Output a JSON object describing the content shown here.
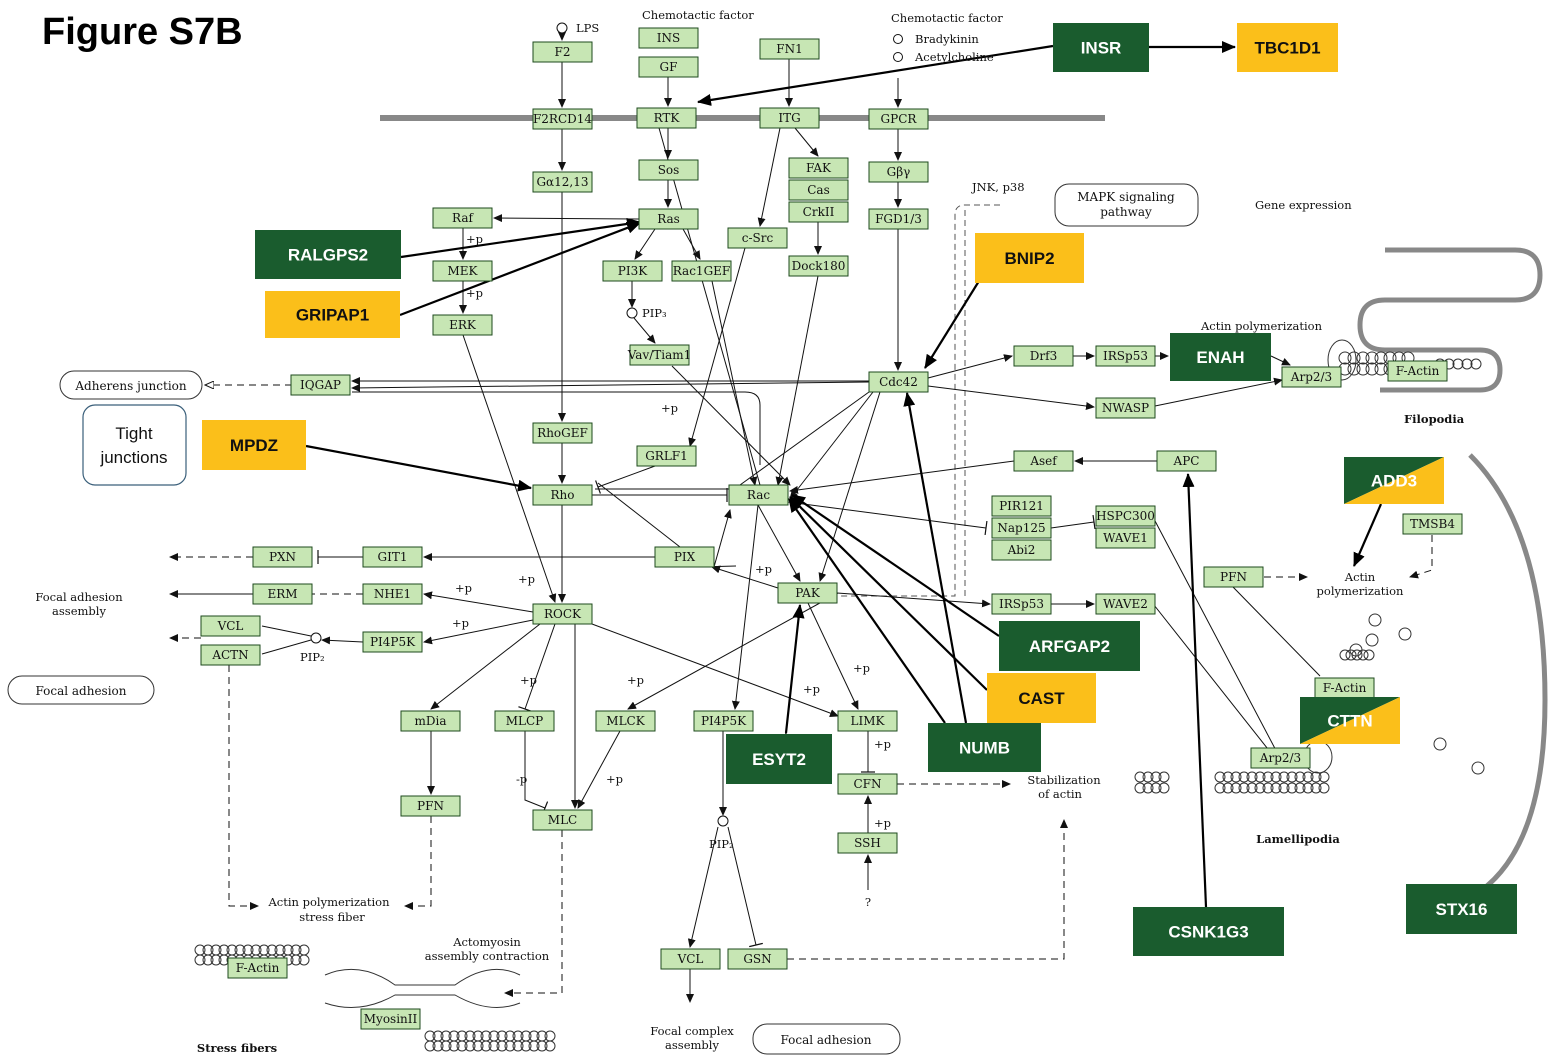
{
  "figure_title": "Figure S7B",
  "colors": {
    "node_fill": "#c7e6b4",
    "node_stroke": "#1d4a1d",
    "hit_green": "#1a5c2e",
    "hit_yellow": "#fbbf1a",
    "membrane": "#888888"
  },
  "nodes": [
    {
      "id": "F2",
      "label": "F2"
    },
    {
      "id": "INS",
      "label": "INS"
    },
    {
      "id": "GF",
      "label": "GF"
    },
    {
      "id": "FN1",
      "label": "FN1"
    },
    {
      "id": "F2RCD14",
      "label": "F2RCD14"
    },
    {
      "id": "RTK",
      "label": "RTK"
    },
    {
      "id": "ITG",
      "label": "ITG"
    },
    {
      "id": "GPCR",
      "label": "GPCR"
    },
    {
      "id": "Sos",
      "label": "Sos"
    },
    {
      "id": "Ga1213",
      "label": "Gα12,13"
    },
    {
      "id": "FAK",
      "label": "FAK"
    },
    {
      "id": "Cas",
      "label": "Cas"
    },
    {
      "id": "CrkII",
      "label": "CrkII"
    },
    {
      "id": "Gby",
      "label": "Gβγ"
    },
    {
      "id": "Raf",
      "label": "Raf"
    },
    {
      "id": "Ras",
      "label": "Ras"
    },
    {
      "id": "cSrc",
      "label": "c-Src"
    },
    {
      "id": "FGD13",
      "label": "FGD1/3"
    },
    {
      "id": "MEK",
      "label": "MEK"
    },
    {
      "id": "PI3K",
      "label": "PI3K"
    },
    {
      "id": "Rac1GEF",
      "label": "Rac1GEF"
    },
    {
      "id": "Dock180",
      "label": "Dock180"
    },
    {
      "id": "ERK",
      "label": "ERK"
    },
    {
      "id": "VavTiam1",
      "label": "Vav/Tiam1"
    },
    {
      "id": "IQGAP",
      "label": "IQGAP"
    },
    {
      "id": "Cdc42",
      "label": "Cdc42"
    },
    {
      "id": "Drf3",
      "label": "Drf3"
    },
    {
      "id": "IRSp53a",
      "label": "IRSp53"
    },
    {
      "id": "Arp23a",
      "label": "Arp2/3"
    },
    {
      "id": "FActinA",
      "label": "F-Actin"
    },
    {
      "id": "NWASP",
      "label": "NWASP"
    },
    {
      "id": "RhoGEF",
      "label": "RhoGEF"
    },
    {
      "id": "GRLF1",
      "label": "GRLF1"
    },
    {
      "id": "Asef",
      "label": "Asef"
    },
    {
      "id": "APC",
      "label": "APC"
    },
    {
      "id": "Rho",
      "label": "Rho"
    },
    {
      "id": "Rac",
      "label": "Rac"
    },
    {
      "id": "PIR121",
      "label": "PIR121"
    },
    {
      "id": "Nap125",
      "label": "Nap125"
    },
    {
      "id": "Abi2",
      "label": "Abi2"
    },
    {
      "id": "HSPC300",
      "label": "HSPC300"
    },
    {
      "id": "WAVE1",
      "label": "WAVE1"
    },
    {
      "id": "TMSB4",
      "label": "TMSB4"
    },
    {
      "id": "PXN",
      "label": "PXN"
    },
    {
      "id": "GIT1",
      "label": "GIT1"
    },
    {
      "id": "PIX",
      "label": "PIX"
    },
    {
      "id": "PFNa",
      "label": "PFN"
    },
    {
      "id": "ERM",
      "label": "ERM"
    },
    {
      "id": "NHE1",
      "label": "NHE1"
    },
    {
      "id": "ROCK",
      "label": "ROCK"
    },
    {
      "id": "PAK",
      "label": "PAK"
    },
    {
      "id": "IRSp53b",
      "label": "IRSp53"
    },
    {
      "id": "WAVE2",
      "label": "WAVE2"
    },
    {
      "id": "VCLa",
      "label": "VCL"
    },
    {
      "id": "ACTN",
      "label": "ACTN"
    },
    {
      "id": "PI4P5Ka",
      "label": "PI4P5K"
    },
    {
      "id": "FActinB",
      "label": "F-Actin"
    },
    {
      "id": "mDia",
      "label": "mDia"
    },
    {
      "id": "MLCP",
      "label": "MLCP"
    },
    {
      "id": "MLCK",
      "label": "MLCK"
    },
    {
      "id": "PI4P5Kb",
      "label": "PI4P5K"
    },
    {
      "id": "LIMK",
      "label": "LIMK"
    },
    {
      "id": "Arp23b",
      "label": "Arp2/3"
    },
    {
      "id": "CFN",
      "label": "CFN"
    },
    {
      "id": "PFNb",
      "label": "PFN"
    },
    {
      "id": "MLC",
      "label": "MLC"
    },
    {
      "id": "SSH",
      "label": "SSH"
    },
    {
      "id": "FActinC",
      "label": "F-Actin"
    },
    {
      "id": "VCLb",
      "label": "VCL"
    },
    {
      "id": "GSN",
      "label": "GSN"
    },
    {
      "id": "MyosinII",
      "label": "MyosinII"
    }
  ],
  "hits": [
    {
      "id": "INSR",
      "label": "INSR",
      "color": "green"
    },
    {
      "id": "TBC1D1",
      "label": "TBC1D1",
      "color": "yellow"
    },
    {
      "id": "RALGPS2",
      "label": "RALGPS2",
      "color": "green"
    },
    {
      "id": "GRIPAP1",
      "label": "GRIPAP1",
      "color": "yellow"
    },
    {
      "id": "BNIP2",
      "label": "BNIP2",
      "color": "yellow"
    },
    {
      "id": "ENAH",
      "label": "ENAH",
      "color": "green"
    },
    {
      "id": "MPDZ",
      "label": "MPDZ",
      "color": "yellow"
    },
    {
      "id": "ADD3",
      "label": "ADD3",
      "color": "split"
    },
    {
      "id": "ARFGAP2",
      "label": "ARFGAP2",
      "color": "green"
    },
    {
      "id": "CAST",
      "label": "CAST",
      "color": "yellow"
    },
    {
      "id": "CTTN",
      "label": "CTTN",
      "color": "split"
    },
    {
      "id": "NUMB",
      "label": "NUMB",
      "color": "green"
    },
    {
      "id": "ESYT2",
      "label": "ESYT2",
      "color": "green"
    },
    {
      "id": "CSNK1G3",
      "label": "CSNK1G3",
      "color": "green"
    },
    {
      "id": "STX16",
      "label": "STX16",
      "color": "green"
    }
  ],
  "rounded_boxes": {
    "adherens": "Adherens junction",
    "mapk": [
      "MAPK signaling",
      "pathway"
    ],
    "focal_adhesion_left": "Focal adhesion",
    "focal_adhesion_bottom": "Focal adhesion",
    "tight": [
      "Tight",
      "junctions"
    ]
  },
  "labels": {
    "lps": "LPS",
    "chemotactic1": "Chemotactic factor",
    "chemotactic2": "Chemotactic factor",
    "bradykinin": "Bradykinin",
    "acetylcholine": "Acetylcholine",
    "jnk": "JNK, p38",
    "gene_expression": "Gene expression",
    "actin_poly_top": "Actin polymerization",
    "filopodia": "Filopodia",
    "pip3": "PIP₃",
    "pip2a": "PIP₂",
    "pip2b": "PIP₂",
    "actin_poly_right": [
      "Actin",
      "polymerization"
    ],
    "focal_assembly": [
      "Focal adhesion",
      "assembly"
    ],
    "lamellipodia": "Lamellipodia",
    "stabilization": [
      "Stabilization",
      "of actin"
    ],
    "actin_stress": [
      "Actin polymerization",
      "stress fiber"
    ],
    "actomyosin": [
      "Actomyosin",
      "assembly contraction"
    ],
    "stress_fibers": "Stress fibers",
    "focal_complex": [
      "Focal complex",
      "assembly"
    ],
    "question": "?",
    "plusp": "+p",
    "minusp": "-p"
  }
}
